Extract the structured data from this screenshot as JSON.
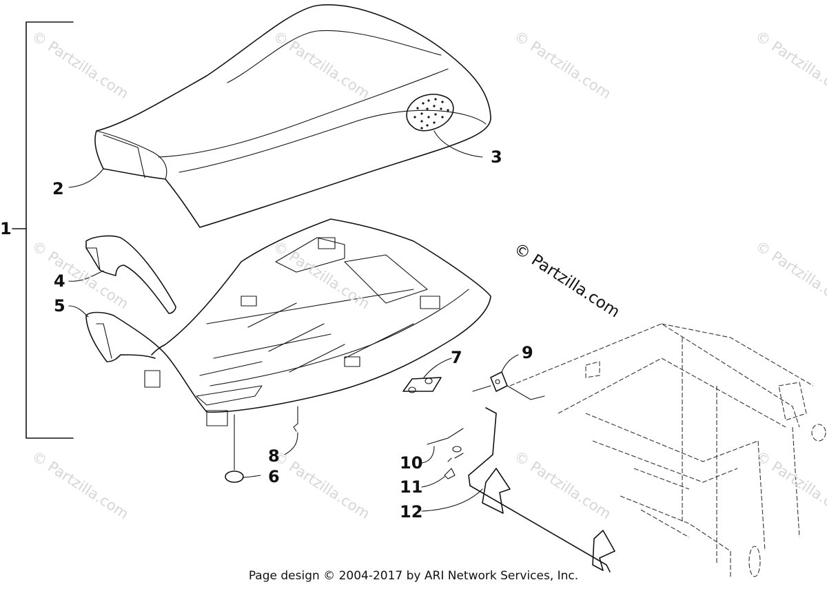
{
  "callouts": {
    "c1": "1",
    "c2": "2",
    "c3": "3",
    "c4": "4",
    "c5": "5",
    "c6": "6",
    "c7": "7",
    "c8": "8",
    "c9": "9",
    "c10": "10",
    "c11": "11",
    "c12": "12"
  },
  "watermark": {
    "tile_text": "© Partzilla.com",
    "center_text": "© Partzilla.com"
  },
  "footer": {
    "text": "Page design © 2004-2017 by ARI Network Services, Inc."
  }
}
